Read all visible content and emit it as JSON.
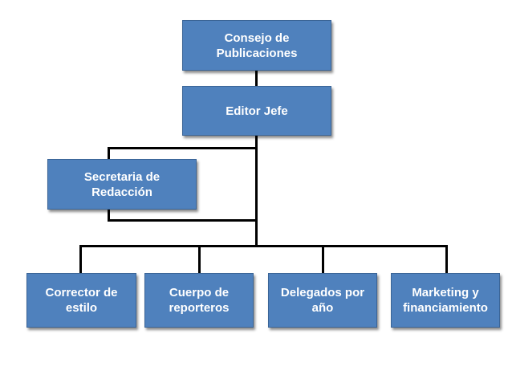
{
  "nodes": {
    "consejo": {
      "line1": "Consejo de",
      "line2": "Publicaciones"
    },
    "editor": {
      "line1": "Editor Jefe"
    },
    "secretaria": {
      "line1": "Secretaria de",
      "line2": "Redacción"
    },
    "corrector": {
      "line1": "Corrector de",
      "line2": "estilo"
    },
    "cuerpo": {
      "line1": "Cuerpo de",
      "line2": "reporteros"
    },
    "delegados": {
      "line1": "Delegados por",
      "line2": "año"
    },
    "marketing": {
      "line1": "Marketing y",
      "line2": "financiamiento"
    }
  },
  "colors": {
    "box_fill": "#4f81bd",
    "box_border": "#3a6496",
    "connector": "#000000",
    "text": "#ffffff"
  }
}
